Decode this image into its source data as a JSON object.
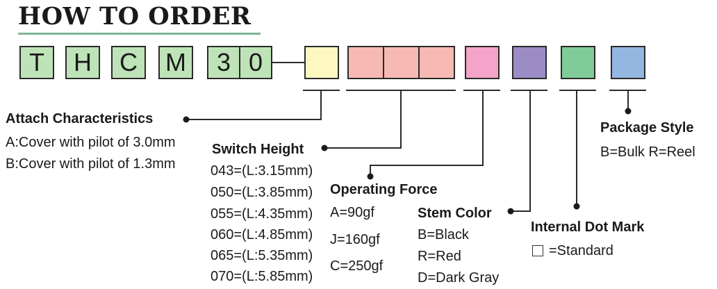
{
  "title": "HOW TO ORDER",
  "code_letters": [
    "T",
    "H",
    "C",
    "M",
    "3",
    "0"
  ],
  "colors": {
    "prefix": "#bfe3b8",
    "attach": "#fdf8c0",
    "height": "#f6b9b3",
    "force": "#f3a4c8",
    "stem": "#9c8cc6",
    "dot": "#80cc99",
    "package": "#94b6e1",
    "title_rule": "#7fb690"
  },
  "attach": {
    "heading": "Attach Characteristics",
    "options": [
      "A:Cover with pilot of 3.0mm",
      "B:Cover with pilot of 1.3mm"
    ]
  },
  "height": {
    "heading": "Switch Height",
    "options": [
      "043=(L:3.15mm)",
      "050=(L:3.85mm)",
      "055=(L:4.35mm)",
      "060=(L:4.85mm)",
      "065=(L:5.35mm)",
      "070=(L:5.85mm)"
    ]
  },
  "force": {
    "heading": "Operating Force",
    "options": [
      "A=90gf",
      "J=160gf",
      "C=250gf"
    ]
  },
  "stem": {
    "heading": "Stem Color",
    "options": [
      "B=Black",
      "R=Red",
      "D=Dark Gray"
    ]
  },
  "dot": {
    "heading": "Internal Dot Mark",
    "option": "=Standard"
  },
  "package": {
    "heading": "Package Style",
    "option": "B=Bulk R=Reel"
  }
}
